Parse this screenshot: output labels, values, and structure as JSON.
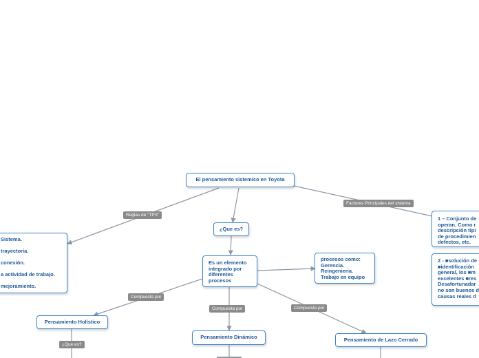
{
  "nodes": {
    "root": "El pensamiento sistemico en Toyota",
    "que_es": "¿Que es?",
    "integrado": [
      "Es un elemento",
      "integrado por",
      "diferentes",
      "procesos"
    ],
    "procesos": [
      "procesos como:",
      "Gerencia.",
      "Reingenieria.",
      "Trabajo en equipo"
    ],
    "reglas_list": [
      "Sistema.",
      "trayectoria.",
      "conexión.",
      "a actividad de trabajo.",
      "mejoramiento."
    ],
    "factor1": [
      "1 – Conjunto de",
      "operan. Como r",
      "descripción típi",
      "de procedimien",
      "defectos, etc."
    ],
    "factor2": [
      "2 - ■solución de",
      "■identificación",
      "general, los ■m",
      "excelentes ■res",
      "Desafortunadar",
      "no son buenos d",
      "causas reales d"
    ],
    "holistico": "Pensamiento Holístico",
    "dinamico": "Pensamiento Dinámico",
    "lazo": "Pensamiento de Lazo Cerrado"
  },
  "labels": {
    "reglas": "Reglas de \"TPS\"",
    "factores": "Factores Principales del sistema",
    "compuesta_1": "Compuesta por",
    "compuesta_2": "Compuesta por",
    "compuesta_3": "Compuesta por",
    "que_es_2": "¿Que es?"
  },
  "colors": {
    "node_border": "#3f86c9",
    "node_text": "#1f5a96",
    "connector": "#8c98a4",
    "label_bg": "#8a8a8a"
  }
}
